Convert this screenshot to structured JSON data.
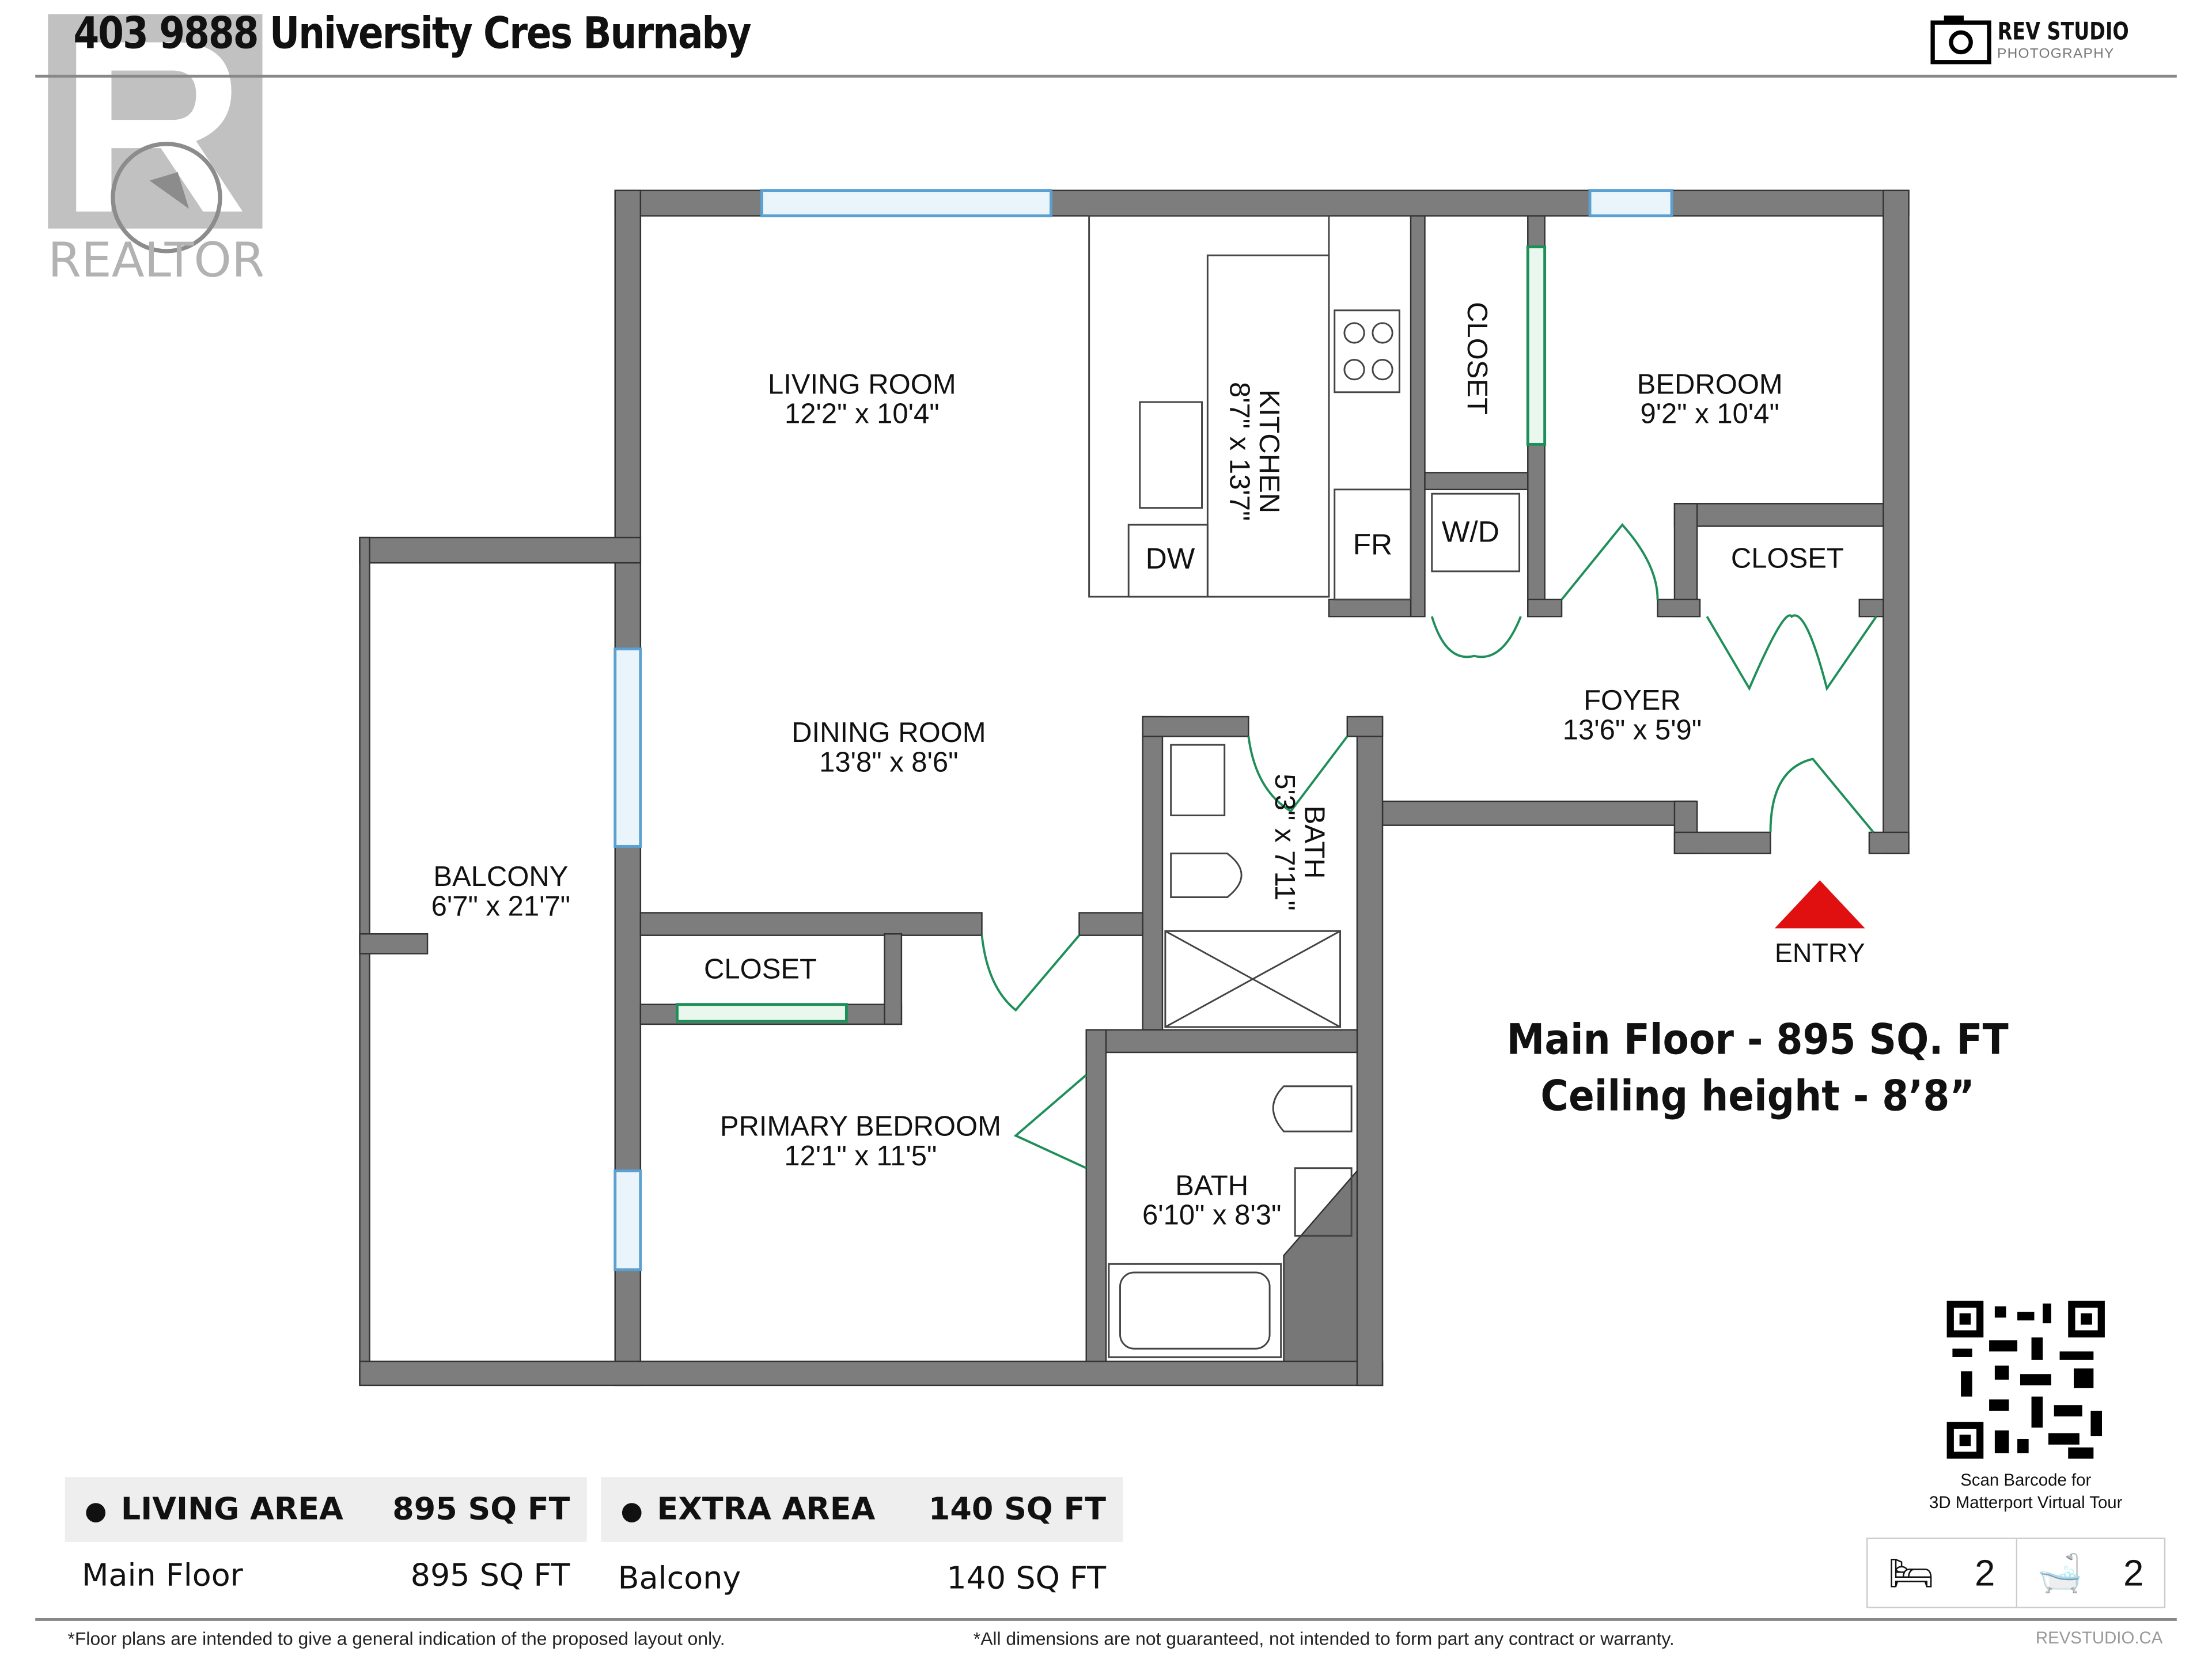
{
  "header": {
    "title": "403 9888 University Cres Burnaby",
    "brand_name": "REV STUDIO",
    "brand_sub": "PHOTOGRAPHY"
  },
  "watermark": {
    "text": "REALTOR®"
  },
  "rooms": [
    {
      "name": "LIVING ROOM",
      "dims": "12'2\" x 10'4\""
    },
    {
      "name": "KITCHEN",
      "dims": "8'7\" x 13'7\""
    },
    {
      "name": "CLOSET",
      "dims": ""
    },
    {
      "name": "BEDROOM",
      "dims": "9'2\" x 10'4\""
    },
    {
      "name": "CLOSET",
      "dims": ""
    },
    {
      "name": "FOYER",
      "dims": "13'6\" x 5'9\""
    },
    {
      "name": "DINING ROOM",
      "dims": "13'8\" x 8'6\""
    },
    {
      "name": "BATH",
      "dims": "5'3\" x 7'11\""
    },
    {
      "name": "BALCONY",
      "dims": "6'7\" x 21'7\""
    },
    {
      "name": "CLOSET",
      "dims": ""
    },
    {
      "name": "PRIMARY BEDROOM",
      "dims": "12'1\" x 11'5\""
    },
    {
      "name": "BATH",
      "dims": "6'10\" x 8'3\""
    }
  ],
  "fixtures": {
    "dishwasher": "DW",
    "fridge": "FR",
    "washer_dryer": "W/D"
  },
  "entry_label": "ENTRY",
  "colors": {
    "wall": "#7d7d7d",
    "window": "#5aa0d0",
    "door": "#1f8f5a",
    "entry": "#e01010"
  },
  "summary": {
    "line1": "Main Floor - 895 SQ. FT",
    "line2": "Ceiling height - 8’8”"
  },
  "areas": {
    "living": {
      "label": "LIVING AREA",
      "total": "895 SQ FT",
      "rows": [
        {
          "name": "Main Floor",
          "value": "895 SQ FT"
        }
      ]
    },
    "extra": {
      "label": "EXTRA AREA",
      "total": "140 SQ FT",
      "rows": [
        {
          "name": "Balcony",
          "value": "140 SQ FT"
        }
      ]
    }
  },
  "qr": {
    "caption1": "Scan Barcode for",
    "caption2": "3D Matterport Virtual Tour"
  },
  "counts": {
    "bedrooms": "2",
    "bathrooms": "2"
  },
  "footer": {
    "left": "*Floor plans are intended to give a general indication of the proposed layout only.",
    "center": "*All dimensions are not guaranteed, not intended to form part any contract or warranty.",
    "right": "REVSTUDIO.CA"
  }
}
